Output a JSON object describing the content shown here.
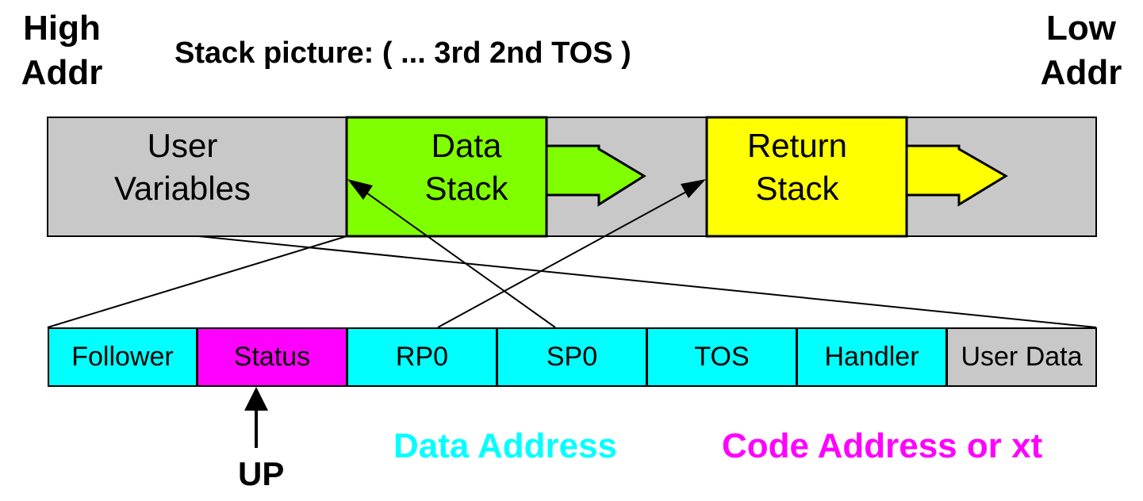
{
  "header": {
    "high_addr_line1": "High",
    "high_addr_line2": "Addr",
    "low_addr_line1": "Low",
    "low_addr_line2": "Addr",
    "stack_picture": "Stack picture: ( ... 3rd 2nd TOS )"
  },
  "memory_map": {
    "user_variables_line1": "User",
    "user_variables_line2": "Variables",
    "data_stack_line1": "Data",
    "data_stack_line2": "Stack",
    "return_stack_line1": "Return",
    "return_stack_line2": "Stack"
  },
  "user_area": {
    "cells": [
      {
        "label": "Follower",
        "kind": "data"
      },
      {
        "label": "Status",
        "kind": "code"
      },
      {
        "label": "RP0",
        "kind": "data"
      },
      {
        "label": "SP0",
        "kind": "data"
      },
      {
        "label": "TOS",
        "kind": "data"
      },
      {
        "label": "Handler",
        "kind": "data"
      },
      {
        "label": "User Data",
        "kind": "other"
      }
    ]
  },
  "pointer": {
    "label": "UP"
  },
  "legend": {
    "data_address": "Data Address",
    "code_address": "Code Address or xt"
  },
  "colors": {
    "data_address": "#00ffff",
    "code_address": "#ff00ff",
    "data_stack": "#80ff00",
    "return_stack": "#ffff00",
    "region_gray": "#c8c8c8"
  }
}
